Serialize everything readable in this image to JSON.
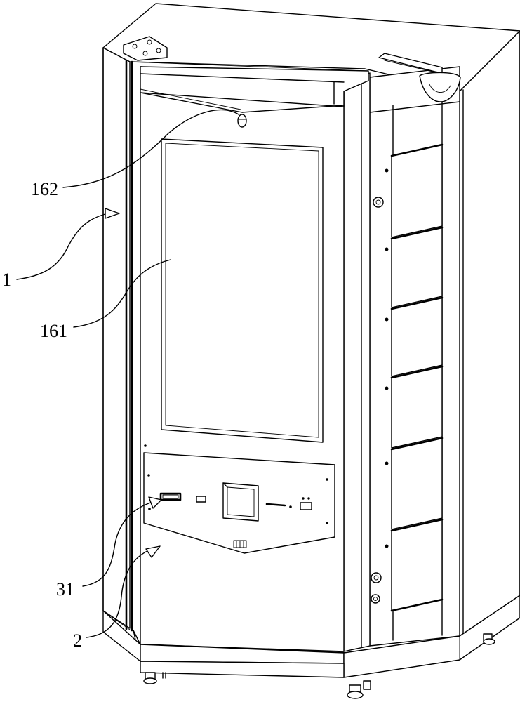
{
  "labels": {
    "cabinet_body": "1",
    "lower_panel": "2",
    "card_reader_slot": "31",
    "display_screen": "161",
    "camera": "162"
  }
}
